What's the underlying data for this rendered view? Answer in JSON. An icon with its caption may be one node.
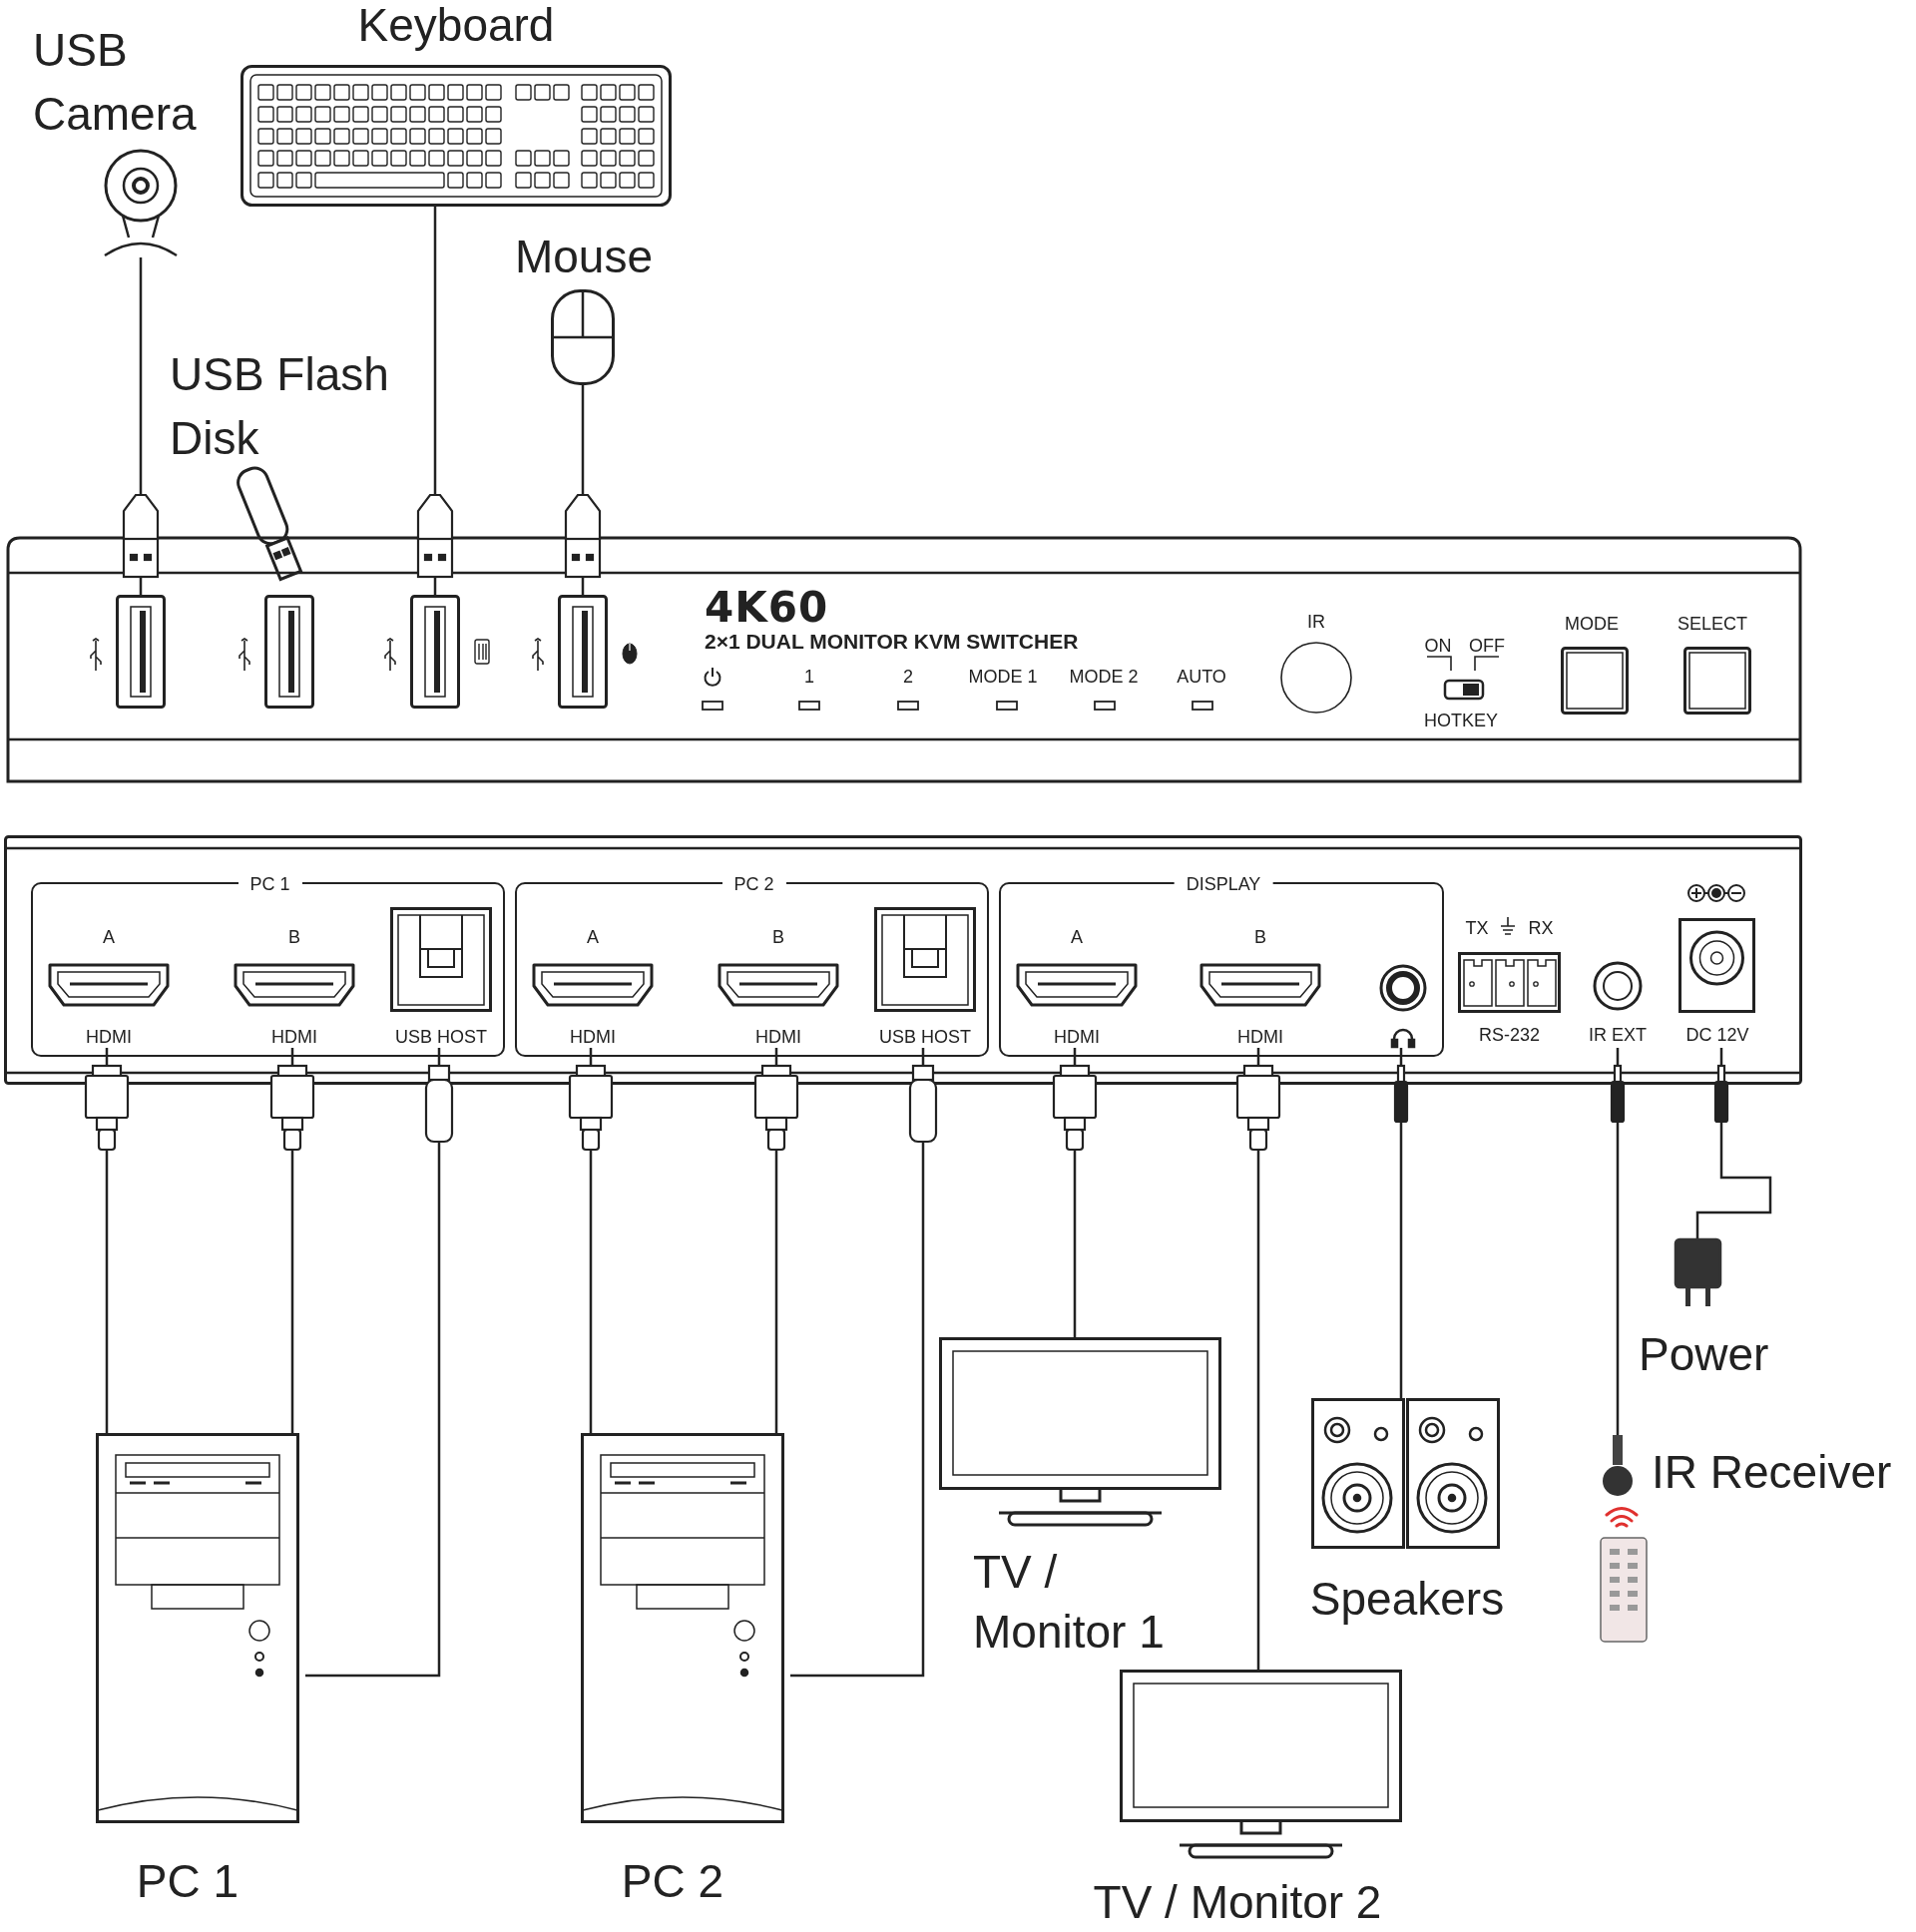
{
  "diagram": {
    "nodes": [
      {
        "text": [
          "USB Camera"
        ]
      },
      {
        "text": [
          "Keyboard"
        ]
      },
      {
        "text": [
          "Mouse"
        ]
      },
      {
        "text": [
          "USB Flash Disk"
        ]
      },
      {
        "text": [
          "4K60",
          "2×1 DUAL MONITOR KVM SWITCHER"
        ]
      },
      {
        "text": [],
        "shape": "box",
        "in": 4
      },
      {
        "text": [],
        "shape": "box",
        "in": 4
      },
      {
        "text": [],
        "shape": "box",
        "in": 4
      },
      {
        "text": [],
        "shape": "box",
        "in": 4
      },
      {
        "text": [],
        "shape": "box"
      },
      {
        "text": [
          "PC 1"
        ],
        "in": 9
      },
      {
        "text": [
          "PC 2"
        ],
        "in": 9
      },
      {
        "text": [
          "DISPLAY"
        ],
        "in": 9
      },
      {
        "text": [
          "A",
          "HDMI"
        ],
        "in": 10
      },
      {
        "text": [
          "B",
          "HDMI"
        ],
        "in": 10
      },
      {
        "text": [
          "USB HOST"
        ],
        "in": 10
      },
      {
        "text": [
          "A",
          "HDMI"
        ],
        "in": 11
      },
      {
        "text": [
          "B",
          "HDMI"
        ],
        "in": 11
      },
      {
        "text": [
          "USB HOST"
        ],
        "in": 11
      },
      {
        "text": [
          "A",
          "HDMI"
        ],
        "in": 12
      },
      {
        "text": [
          "B",
          "HDMI"
        ],
        "in": 12
      },
      {
        "text": [],
        "shape": "circle",
        "in": 12
      },
      {
        "text": [
          "TX",
          "RX",
          "RS-232"
        ],
        "in": 9
      },
      {
        "text": [
          "IR EXT"
        ],
        "in": 9
      },
      {
        "text": [
          "DC 12V"
        ],
        "in": 9
      },
      {
        "text": [
          "PC 1"
        ]
      },
      {
        "text": [
          "PC 2"
        ]
      },
      {
        "text": [
          "TV / Monitor 1"
        ]
      },
      {
        "text": [
          "Speakers"
        ]
      },
      {
        "text": [
          "TV / Monitor 2"
        ]
      },
      {
        "text": [
          "Power"
        ]
      },
      {
        "text": [
          "IR Receiver"
        ]
      },
      {
        "text": [
          "IR"
        ],
        "in": 4
      }
    ],
    "edges": [
      {
        "from": 0,
        "to": 5,
        "arrow": "none"
      },
      {
        "from": 1,
        "to": 7,
        "arrow": "none"
      },
      {
        "from": 2,
        "to": 8,
        "arrow": "none"
      },
      {
        "from": 13,
        "to": 25,
        "arrow": "none"
      },
      {
        "from": 14,
        "to": 25,
        "arrow": "none"
      },
      {
        "from": 15,
        "to": 25,
        "arrow": "none"
      },
      {
        "from": 16,
        "to": 26,
        "arrow": "none"
      },
      {
        "from": 17,
        "to": 26,
        "arrow": "none"
      },
      {
        "from": 18,
        "to": 26,
        "arrow": "none"
      },
      {
        "from": 19,
        "to": 27,
        "arrow": "none"
      },
      {
        "from": 21,
        "to": 28,
        "arrow": "none"
      },
      {
        "from": 20,
        "to": 29,
        "arrow": "none"
      },
      {
        "from": 24,
        "to": 30,
        "arrow": "none"
      },
      {
        "from": 23,
        "to": 31,
        "arrow": "none"
      }
    ],
    "labels": [
      "1",
      "2",
      "MODE 1",
      "MODE 2",
      "AUTO",
      "ON",
      "OFF",
      "HOTKEY",
      "MODE",
      "SELECT"
    ]
  }
}
